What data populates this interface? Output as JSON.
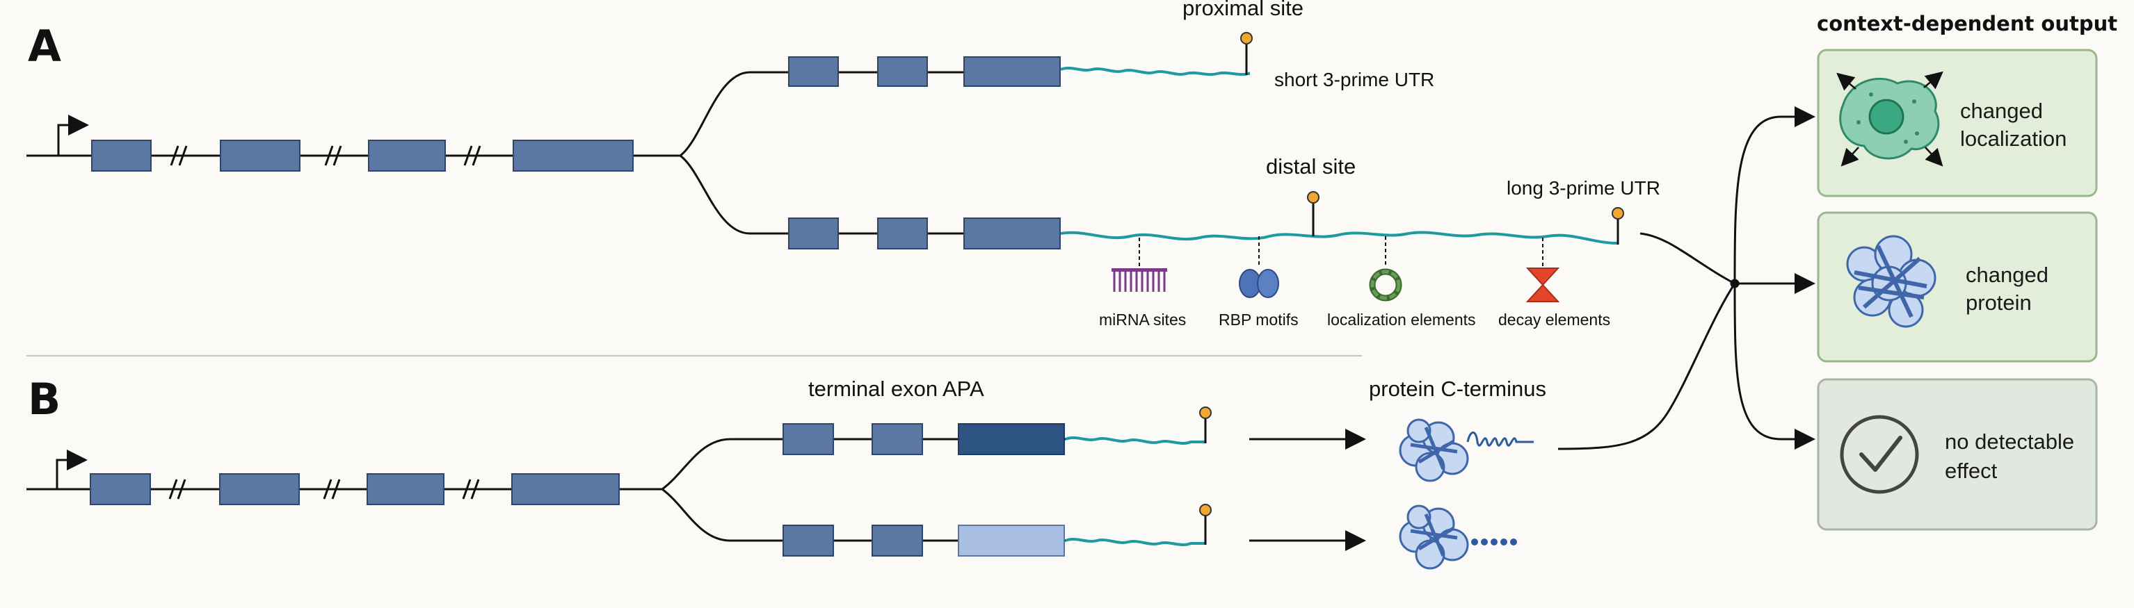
{
  "panels": {
    "a": "A",
    "b": "B"
  },
  "panel_a": {
    "proximal_site": "proximal site",
    "short_utr": "short 3-prime UTR",
    "distal_site": "distal site",
    "long_utr": "long 3-prime UTR",
    "elements": [
      {
        "label": "miRNA sites",
        "icon": "comb-icon"
      },
      {
        "label": "RBP motifs",
        "icon": "rbp-dimer-icon"
      },
      {
        "label": "localization elements",
        "icon": "ring-icon"
      },
      {
        "label": "decay elements",
        "icon": "hourglass-icon"
      }
    ]
  },
  "panel_b": {
    "terminal_exon": "terminal exon APA",
    "protein_c_terminus": "protein C-terminus"
  },
  "outputs": {
    "title": "context-dependent output",
    "items": [
      {
        "line1": "changed",
        "line2": "localization",
        "icon": "cell-icon"
      },
      {
        "line1": "changed",
        "line2": "protein",
        "icon": "protein-blob-icon"
      },
      {
        "line1": "no detectable",
        "line2": "effect",
        "icon": "checkmark-circle-icon"
      }
    ]
  },
  "colors": {
    "exon": "#5b78a4",
    "exon_dark": "#2e5483",
    "exon_light": "#a9c0e4",
    "utr": "#1f9a9e",
    "pa_site": "#f0a830",
    "output_box": "#e2eed9",
    "output_border": "#9bb68e"
  }
}
